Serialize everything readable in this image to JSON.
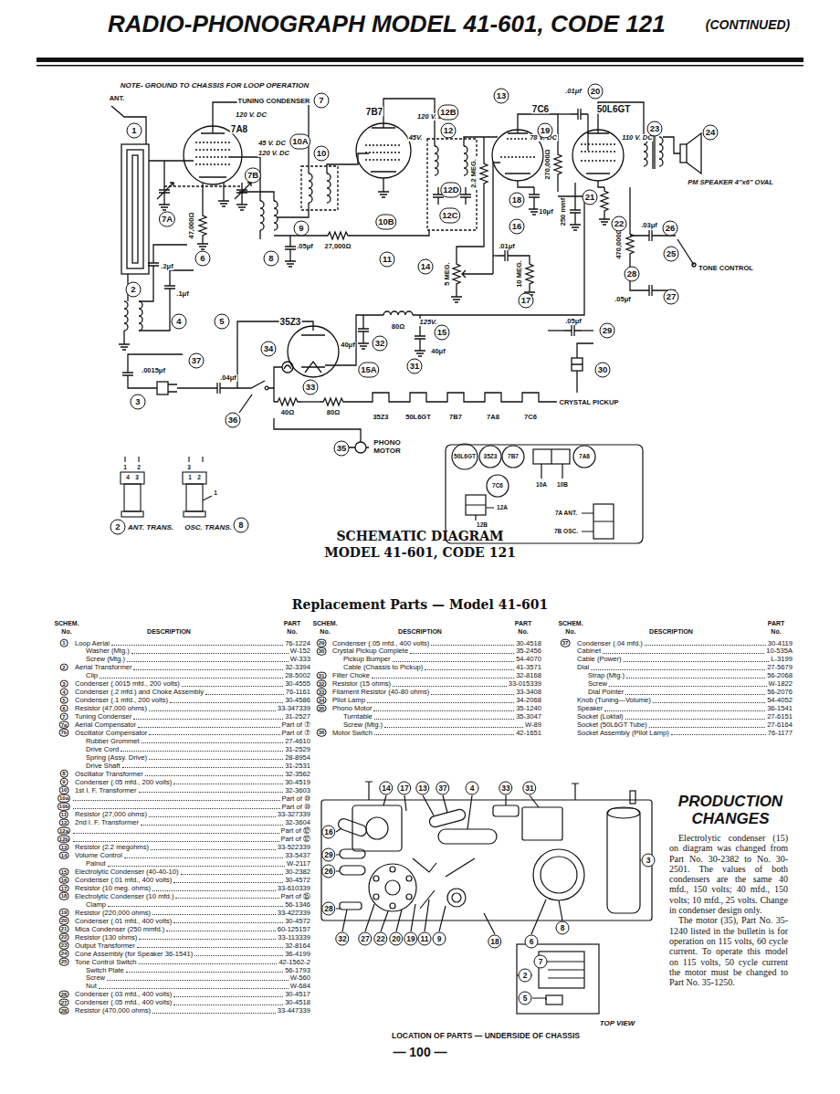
{
  "diagram": {
    "title": "RADIO-PHONOGRAPH MODEL 41-601, CODE 121",
    "labels": [
      "(CONTINUED)",
      "NOTE- GROUND TO CHASSIS FOR LOOP OPERATION",
      "ANT.",
      "TUNING CONDENSER",
      "120 V. DC",
      "7A8",
      "45 V. DC",
      "120 V. DC",
      "7B7",
      "120 V. DC",
      "45V.",
      "7C6",
      "78 V. DC",
      ".01μf",
      "50L6GT",
      "110 V. DC",
      "PM SPEAKER 4\"x6\" OVAL",
      "47,000Ω",
      "27,000Ω",
      ".05μf",
      ".2μf",
      ".1μf",
      ".0015μf",
      ".04μf",
      "2.2 MEG.",
      "270,000Ω",
      "10μf",
      ".01μf",
      "10 MEG.",
      "470,000Ω",
      ".03μf",
      ".05μf",
      ".05μf",
      "5 MEG.",
      "125V.",
      "80Ω",
      "40μf",
      "40μf",
      "35Z3",
      "40Ω",
      "80Ω",
      "35Z3",
      "50L6GT",
      "7B7",
      "7A8",
      "7C6",
      "TONE CONTROL",
      "CRYSTAL PICKUP",
      "PHONO MOTOR",
      "250 mmf",
      "ANT. TRANS.",
      "OSC. TRANS.",
      "50L6GT",
      "35Z3",
      "7B7",
      "7A8",
      "7C6",
      "10A",
      "10B",
      "7A ANT.",
      "7B OSC.",
      "12A",
      "12B",
      "1",
      "2",
      "4",
      "3",
      "3",
      "1",
      "2",
      "1",
      "1",
      "7",
      "7A",
      "7B",
      "6",
      "8",
      "10A",
      "10",
      "9",
      "10B",
      "11",
      "13",
      "12B",
      "12",
      "20",
      "19",
      "12D",
      "12C",
      "18",
      "16",
      "21",
      "22",
      "23",
      "24",
      "26",
      "25",
      "14",
      "17",
      "28",
      "27",
      "29",
      "15",
      "30",
      "2",
      "4",
      "5",
      "3",
      "37",
      "34",
      "33",
      "32",
      "31",
      "15A",
      "36",
      "35",
      "2",
      "8",
      "SCHEMATIC DIAGRAM",
      "MODEL 41-601, CODE 121",
      "Replacement Parts — Model 41-601",
      "SCHEM.",
      "No.",
      "DESCRIPTION",
      "PART",
      "No.",
      "SCHEM.",
      "No.",
      "DESCRIPTION",
      "PART",
      "No.",
      "SCHEM.",
      "No.",
      "DESCRIPTION",
      "PART",
      "No.",
      "14",
      "17",
      "13",
      "37",
      "4",
      "33",
      "31",
      "16",
      "29",
      "26",
      "28",
      "32",
      "27",
      "22",
      "20",
      "19",
      "11",
      "9",
      "18",
      "6",
      "3",
      "8",
      "7",
      "2",
      "5",
      "TOP VIEW",
      "PRODUCTION CHANGES",
      "Electrolytic condenser (15) on diagram was changed from Part No. 30-2382 to No. 30-2501. The values of both condensers are the same 40 mfd., 150 volts; 40 mfd., 150 volts; 10 mfd., 25 volts. Change in condenser design only.",
      "The motor (35), Part No. 35-1240 listed in the bulletin is for operation on 115 volts, 60 cycle current. To operate this model on 115 volts, 50 cycle current the motor must be changed to Part No. 35-1250.",
      "LOCATION OF PARTS — UNDERSIDE OF CHASSIS",
      "— 100 —",
      "1",
      "Loop Aerial",
      "76-1224",
      "Washer (Mtg.)",
      "W-152",
      "Screw (Mtg.)",
      "W-333",
      "2",
      "Aerial Transformer",
      "32-3394",
      "Clip",
      "28-5002",
      "3",
      "Condenser (.0015 mfd., 200 volts)",
      "30-4555",
      "4",
      "Condenser (.2 mfd.) and Choke Assembly",
      "76-1161",
      "5",
      "Condenser (.1 mfd., 200 volts)",
      "30-4586",
      "6",
      "Resistor (47,000 ohms)",
      "33-347339",
      "7",
      "Tuning Condenser",
      "31-2527",
      "7a",
      "Aerial Compensator",
      "Part of ⑦",
      "7b",
      "Oscillator Compensator",
      "Part of ⑦",
      "Rubber Grommet",
      "27-4610",
      "Drive Cord",
      "31-2529",
      "Spring (Assy. Drive)",
      "28-8954",
      "Drive Shaft",
      "31-2531",
      "8",
      "Oscillator Transformer",
      "32-3562",
      "9",
      "Condenser (.05 mfd., 200 volts)",
      "30-4519",
      "10",
      "1st I. F. Transformer",
      "32-3603",
      "10a",
      "Part of ⑩",
      "10b",
      "Part of ⑩",
      "11",
      "Resistor (27,000 ohms)",
      "33-327339",
      "12",
      "2nd I. F. Transformer",
      "32-3604",
      "12a",
      "Part of ⑫",
      "12b",
      "Part of ⑫",
      "13",
      "Resistor (2.2 megohms)",
      "33-522339",
      "14",
      "Volume Control",
      "33-5437",
      "Palnut",
      "W-2117",
      "15",
      "Electrolytic Condenser (40-40-10)",
      "30-2382",
      "16",
      "Condenser (.01 mfd., 400 volts)",
      "30-4572",
      "17",
      "Resistor (10 meg. ohms)",
      "33-610339",
      "18",
      "Electrolytic Condenser (10 mfd.)",
      "Part of ⑮",
      "Clamp",
      "56-1346",
      "19",
      "Resistor (220,000 ohms)",
      "33-422339",
      "20",
      "Condenser (.01 mfd., 400 volts)",
      "30-4572",
      "21",
      "Mica Condenser (250 mmfd.)",
      "60-125157",
      "22",
      "Resistor (130 ohms)",
      "33-113339",
      "23",
      "Output Transformer",
      "32-8164",
      "24",
      "Cone Assembly (for Speaker 36-1541)",
      "36-4199",
      "25",
      "Tone Control Switch",
      "42-1562-2",
      "Switch Plate",
      "56-1793",
      "Screw",
      "W-560",
      "Nut",
      "W-684",
      "26",
      "Condenser (.03 mfd., 400 volts)",
      "30-4517",
      "27",
      "Condenser (.05 mfd., 400 volts)",
      "30-4518",
      "28",
      "Resistor (470,000 ohms)",
      "33-447339",
      "29",
      "Condenser (.05 mfd., 400 volts)",
      "30-4518",
      "30",
      "Crystal Pickup Complete",
      "35-2456",
      "Pickup Bumper",
      "54-4070",
      "Cable (Chassis to Pickup)",
      "41-3571",
      "31",
      "Filter Choke",
      "32-8168",
      "32",
      "Resistor (15 ohms)",
      "33-015339",
      "33",
      "Filament Resistor (40-80 ohms)",
      "33-3408",
      "34",
      "Pilot Lamp",
      "34-2068",
      "35",
      "Phono Motor",
      "35-1240",
      "Turntable",
      "35-3047",
      "Screw (Mtg.)",
      "W-89",
      "36",
      "Motor Switch",
      "42-1651",
      "37",
      "Condenser (.04 mfd.)",
      "30-4119",
      "Cabinet",
      "10-535A",
      "Cable (Power)",
      "L-3199",
      "Dial",
      "27-5679",
      "Strap (Mtg.)",
      "56-2068",
      "Screw",
      "W-1822",
      "Dial Pointer",
      "56-2076",
      "Knob (Tuning—Volume)",
      "54-4052",
      "Speaker",
      "36-1541",
      "Socket (Loktal)",
      "27-6151",
      "Socket (50L6GT Tube)",
      "27-6164",
      "Socket Assembly (Pilot Lamp)",
      "76-1177"
    ]
  }
}
